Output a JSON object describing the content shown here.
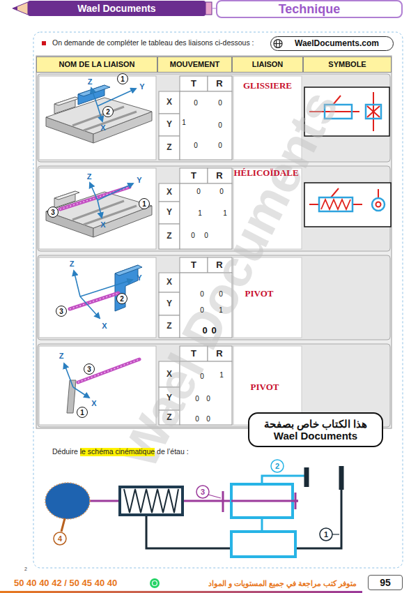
{
  "diagram": {
    "nodes": [
      {
        "text": [
          "Wael Documents"
        ]
      },
      {
        "text": [
          "Technique"
        ]
      },
      {
        "text": [
          "WaelDocuments.com"
        ]
      },
      {
        "text": [
          "NOM DE LA LIAISON"
        ]
      },
      {
        "text": [
          "MOUVEMENT"
        ]
      },
      {
        "text": [
          "LIAISON"
        ]
      },
      {
        "text": [
          "SYMBOLE"
        ]
      },
      {
        "text": [
          "هذا الكتاب خاص بصفحة",
          "Wael Documents"
        ]
      },
      {
        "text": [
          "95"
        ]
      }
    ],
    "labels": [
      "On demande de compléter le tableau des liaisons ci-dessous :",
      "Z",
      "Y",
      "X",
      "2",
      "1",
      "T",
      "R",
      "X",
      "0",
      "0",
      "Y",
      "1",
      "0",
      "Z",
      "0",
      "0",
      "GLISSIERE",
      "Z",
      "Y",
      "X",
      "3",
      "1",
      "T",
      "R",
      "X",
      "0",
      "0",
      "Y",
      "1",
      "1",
      "Z",
      "0",
      "0",
      "HÉLICOÏDALE",
      "Z",
      "Y",
      "X",
      "2",
      "3",
      "T",
      "R",
      "X",
      "0",
      "0",
      "Y",
      "0",
      "1",
      "Z",
      "0",
      "0",
      "PIVOT",
      "Z",
      "X",
      "3",
      "1",
      "T",
      "R",
      "X",
      "0",
      "1",
      "Y",
      "0",
      "0",
      "Z",
      "0",
      "0",
      "PIVOT",
      "Déduire",
      "le schéma cinématique",
      "de l’étau :",
      "2",
      "3",
      "4",
      "1",
      "50 40 40 42 / 50 45 40 40",
      "متوفر كتب مراجعة في جميع المستويات و المواد",
      "2",
      "Wael Documents"
    ]
  }
}
